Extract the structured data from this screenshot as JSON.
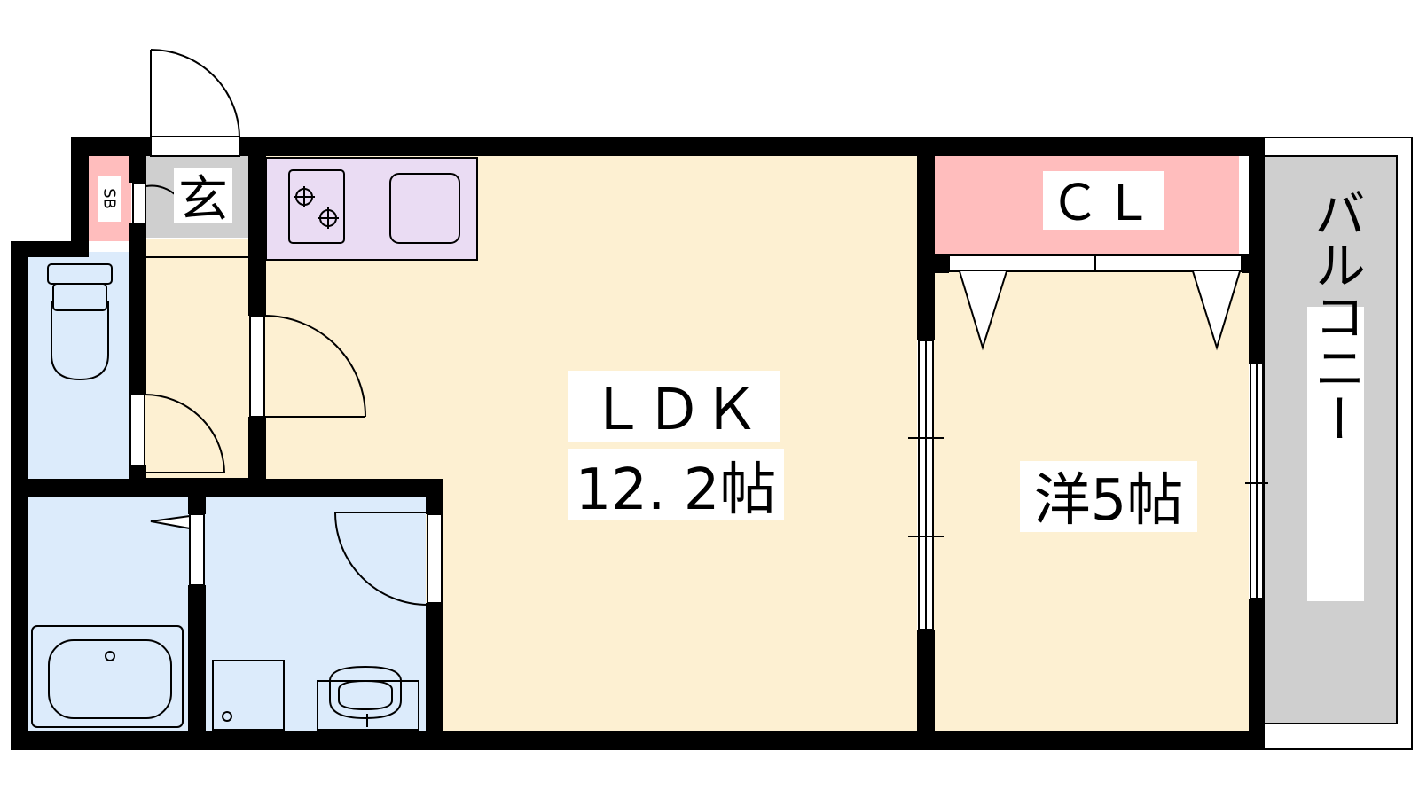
{
  "labels": {
    "shoe_box": "SB",
    "entrance": "玄",
    "closet": "ＣＬ",
    "ldk_name": "ＬＤＫ",
    "ldk_size": "12. 2帖",
    "western_room": "洋5帖",
    "balcony": "バルコニー"
  },
  "colors": {
    "ldk_floor": "#fdf0d2",
    "room_floor": "#fdf0d2",
    "wet_area": "#dcebfb",
    "kitchen": "#eadcf3",
    "closet": "#ffbdbd",
    "shoe_box": "#ffbdbd",
    "entrance": "#cfcfcf",
    "balcony": "#cfcfcf",
    "wall": "#000000"
  }
}
